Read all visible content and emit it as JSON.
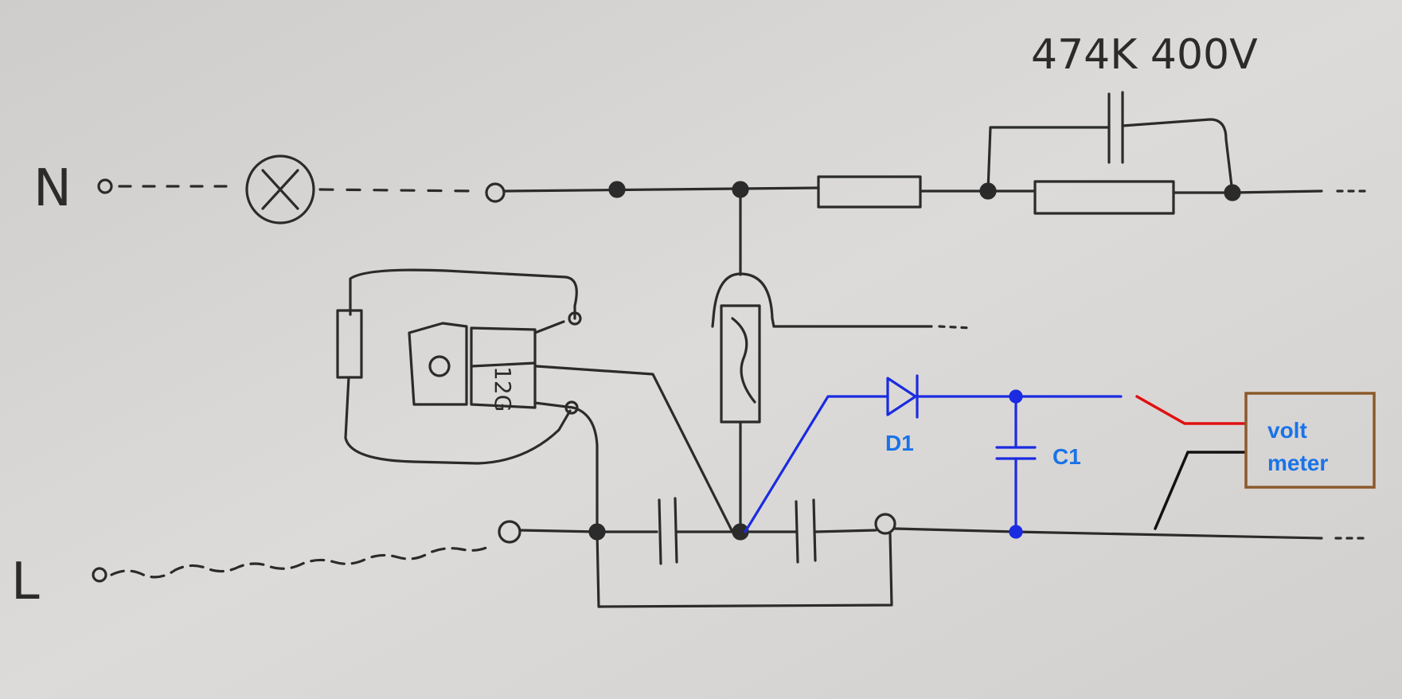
{
  "labels": {
    "neutral": "N",
    "live": "L",
    "capacitor_rating": "474K 400V",
    "relay_marking": "12G",
    "diode": "D1",
    "capacitor": "C1",
    "meter_line1": "volt",
    "meter_line2": "meter"
  },
  "colors": {
    "paper": "#d6d4d2",
    "pencil": "#2b2b2b",
    "added_circuit": "#1a2be0",
    "label_blue": "#1a73e8",
    "probe_positive": "#e01010",
    "probe_negative": "#111111",
    "meter_border": "#8b5a2b"
  },
  "icons": [
    "lamp-icon",
    "diode-icon",
    "capacitor-icon",
    "resistor-icon",
    "fuse-icon",
    "relay-icon"
  ]
}
